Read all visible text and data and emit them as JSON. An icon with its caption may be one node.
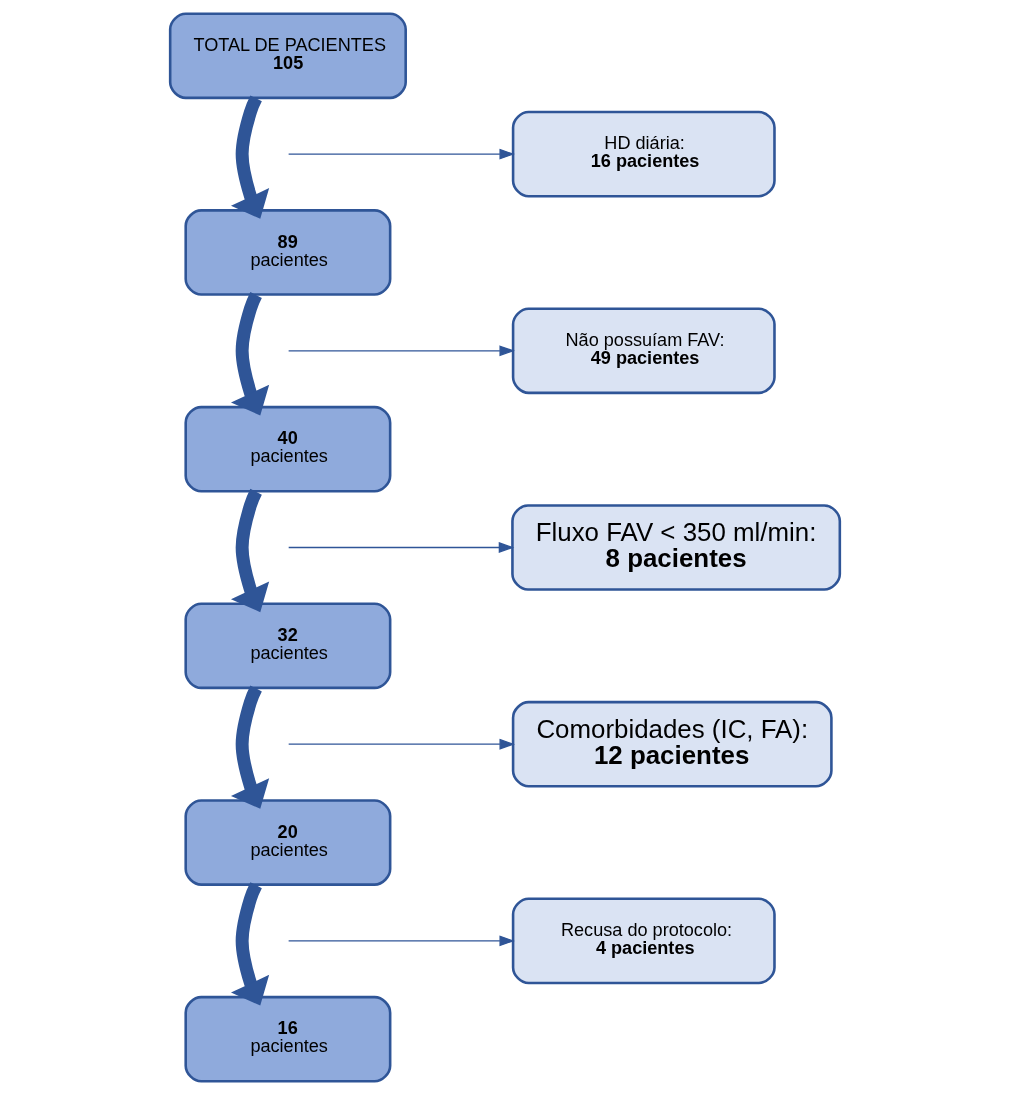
{
  "diagram": {
    "nodes": [
      {
        "text": [
          "TOTAL DE PACIENTES",
          "105"
        ]
      },
      {
        "text": [
          "89",
          "pacientes"
        ]
      },
      {
        "text": [
          "40",
          "pacientes"
        ]
      },
      {
        "text": [
          "32",
          "pacientes"
        ]
      },
      {
        "text": [
          "20",
          "pacientes"
        ]
      },
      {
        "text": [
          "16",
          "pacientes"
        ]
      },
      {
        "text": [
          "HD diária:",
          "16 pacientes"
        ]
      },
      {
        "text": [
          "Não possuíam FAV:",
          "49 pacientes"
        ]
      },
      {
        "text": [
          "Fluxo FAV < 350 ml/min:",
          "8 pacientes"
        ]
      },
      {
        "text": [
          "Comorbidades (IC, FA):",
          "12 pacientes"
        ]
      },
      {
        "text": [
          "Recusa do protocolo:",
          "4 pacientes"
        ]
      }
    ],
    "edges": [
      {
        "from": 0,
        "to": 1,
        "arrow": "to",
        "style": "thick"
      },
      {
        "from": 1,
        "to": 2,
        "arrow": "to",
        "style": "thick"
      },
      {
        "from": 2,
        "to": 3,
        "arrow": "to",
        "style": "thick"
      },
      {
        "from": 3,
        "to": 4,
        "arrow": "to",
        "style": "thick"
      },
      {
        "from": 4,
        "to": 5,
        "arrow": "to",
        "style": "thick"
      },
      {
        "from": null,
        "to": 6,
        "arrow": "to"
      },
      {
        "from": null,
        "to": 7,
        "arrow": "to"
      },
      {
        "from": null,
        "to": 8,
        "arrow": "to"
      },
      {
        "from": null,
        "to": 9,
        "arrow": "to"
      },
      {
        "from": null,
        "to": 10,
        "arrow": "to"
      }
    ]
  }
}
